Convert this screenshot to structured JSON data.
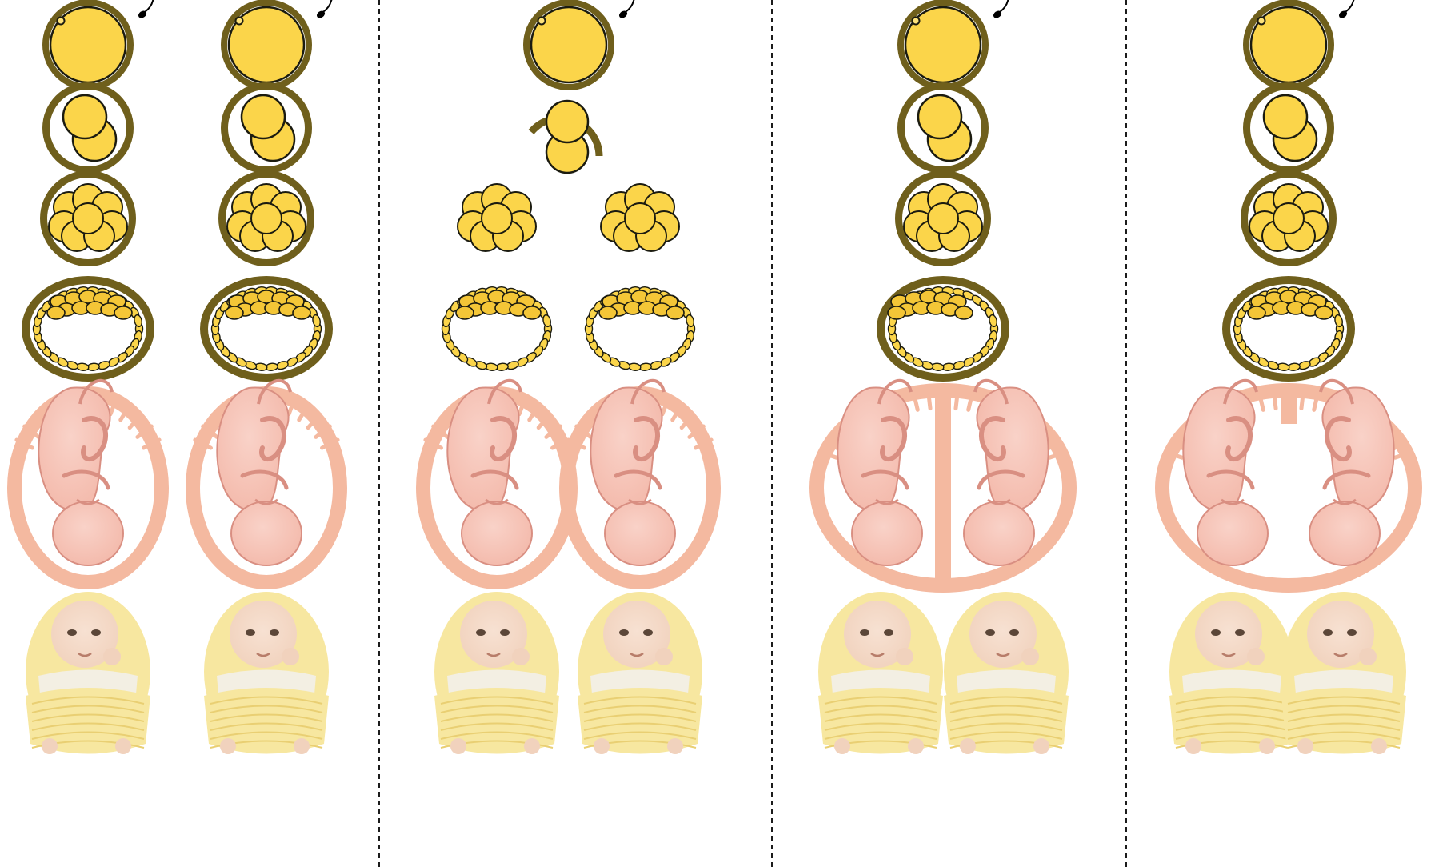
{
  "colors": {
    "background": "#ffffff",
    "yolk": "#fbd54a",
    "yolk_light": "#fde27a",
    "zona": "#6f5f1c",
    "outline": "#1b1b10",
    "placenta": "#f4b9a0",
    "fetus_skin": "#f3b7a8",
    "fetus_shadow": "#d98f82",
    "baby_skin": "#f1d2bd",
    "blanket": "#f7e7a0",
    "blanket_fold": "#e9cf73",
    "baby_shirt": "#f3efe3",
    "divider": "#1b1b1b"
  },
  "stages": [
    "fertilized-egg",
    "two-cell-embryo",
    "morula",
    "blastocyst",
    "fetus-with-placenta",
    "newborn"
  ],
  "scenarios": [
    {
      "id": "dizygotic",
      "egg_count": 2,
      "split_stage": "none",
      "placenta": "separate-per-fetus"
    },
    {
      "id": "monozygotic-early-split",
      "egg_count": 1,
      "split_stage": "two-cell",
      "placenta": "separate-per-fetus"
    },
    {
      "id": "monozygotic-blastocyst-split",
      "egg_count": 1,
      "split_stage": "blastocyst",
      "placenta": "shared-with-septum"
    },
    {
      "id": "monozygotic-late-split",
      "egg_count": 1,
      "split_stage": "after-blastocyst",
      "placenta": "shared-no-septum"
    }
  ],
  "icons": {
    "egg": "fertilized-egg-icon",
    "sperm": "sperm-icon",
    "two_cell": "two-cell-embryo-icon",
    "morula": "morula-icon",
    "blastocyst": "blastocyst-icon",
    "fetus": "fetus-icon",
    "placenta": "placenta-icon",
    "baby": "newborn-baby-icon"
  }
}
